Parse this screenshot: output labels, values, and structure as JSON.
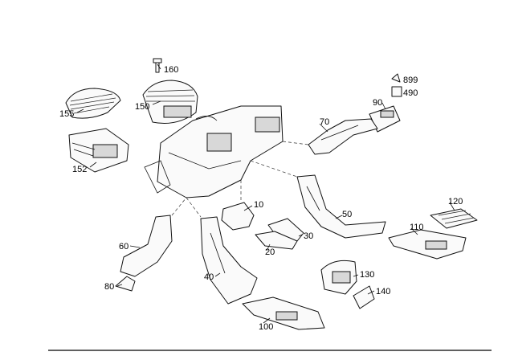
{
  "callouts": {
    "c160": "160",
    "c155": "155",
    "c150": "150",
    "c152": "152",
    "c899": "899",
    "c490": "490",
    "c90": "90",
    "c70": "70",
    "c10": "10",
    "c50": "50",
    "c120": "120",
    "c110": "110",
    "c30": "30",
    "c20": "20",
    "c60": "60",
    "c40": "40",
    "c80": "80",
    "c130": "130",
    "c140": "140",
    "c100": "100"
  }
}
